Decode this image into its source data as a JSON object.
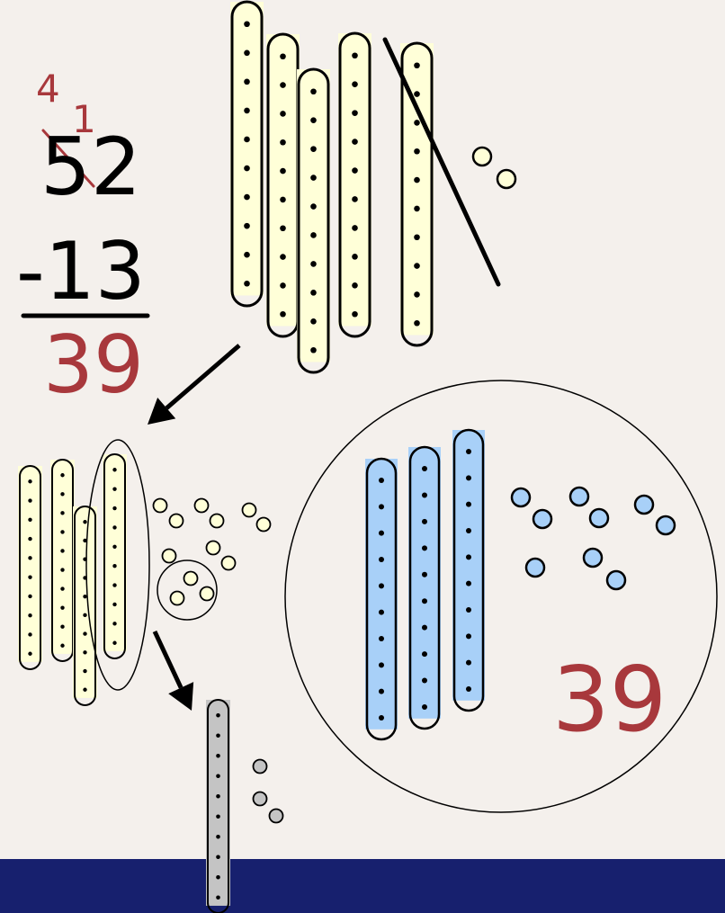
{
  "problem": {
    "minuend": "52",
    "subtrahend": "-13",
    "answer": "39",
    "regroup_tens": "4",
    "regroup_ones": "1"
  },
  "result_label": "39",
  "counts": {
    "initial_tens": 5,
    "initial_ones": 2,
    "result_tens": 3,
    "result_ones": 9,
    "removed_tens": 1,
    "removed_ones": 3
  },
  "colors": {
    "background": "#F4F0EC",
    "footer": "#17206E",
    "cream_fill": "#FFFFD8",
    "blue_fill": "#A8D0F8",
    "gray_fill": "#C4C4C4",
    "answer_red": "#A8383C",
    "ink": "#000000"
  }
}
